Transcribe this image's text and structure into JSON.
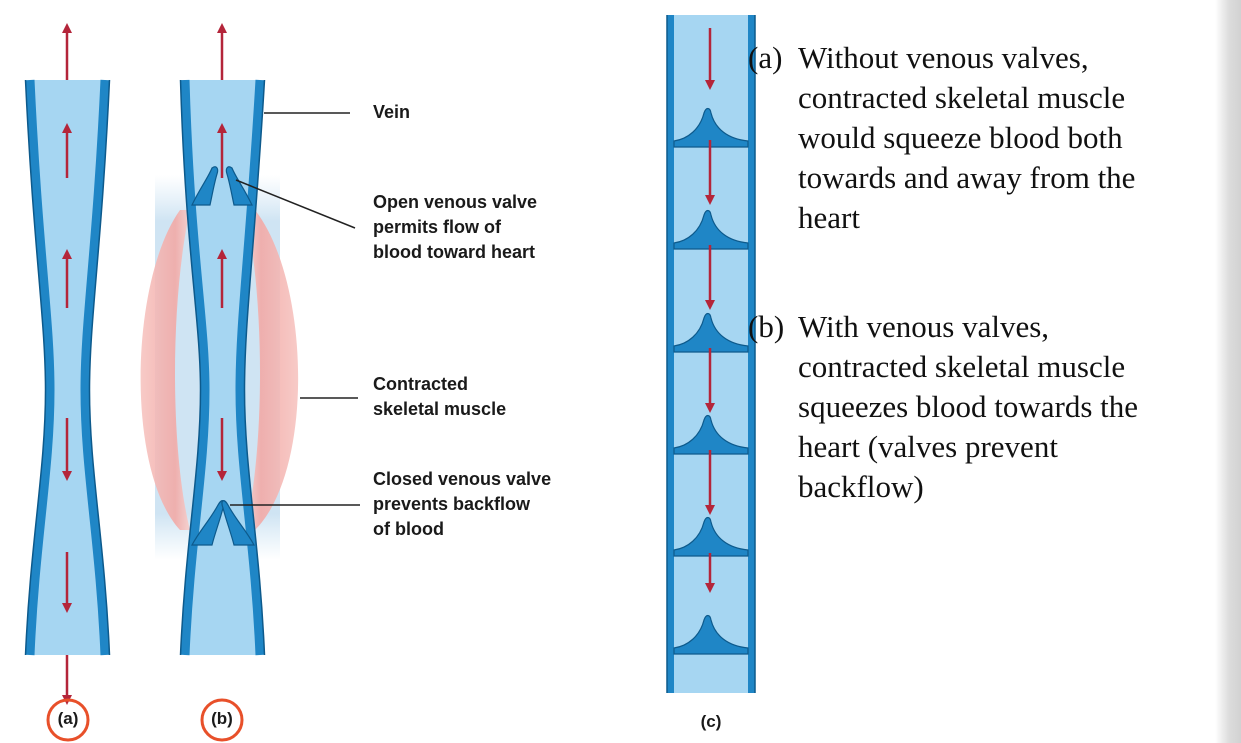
{
  "labels": {
    "vein": "Vein",
    "open_valve": [
      "Open venous valve",
      "permits flow of",
      "blood toward heart"
    ],
    "muscle": [
      "Contracted",
      "skeletal muscle"
    ],
    "closed_valve": [
      "Closed venous valve",
      "prevents backflow",
      "of blood"
    ]
  },
  "panels": {
    "a": "(a)",
    "b": "(b)",
    "c": "(c)"
  },
  "descriptions": {
    "a": {
      "marker": "(a)",
      "lines": [
        "Without venous valves,",
        "contracted skeletal muscle",
        "would squeeze blood both",
        "towards and away from the",
        "heart"
      ]
    },
    "b": {
      "marker": "(b)",
      "lines": [
        "With venous valves,",
        "contracted skeletal muscle",
        "squeezes blood towards the",
        "heart (valves prevent",
        "backflow)"
      ]
    }
  },
  "colors": {
    "vein_fill": "#a6d6f2",
    "vein_wall": "#1f86c6",
    "arrow": "#b4253a",
    "muscle": "#f4b3b0",
    "circle": "#e8502a",
    "text": "#1a1a1a"
  }
}
